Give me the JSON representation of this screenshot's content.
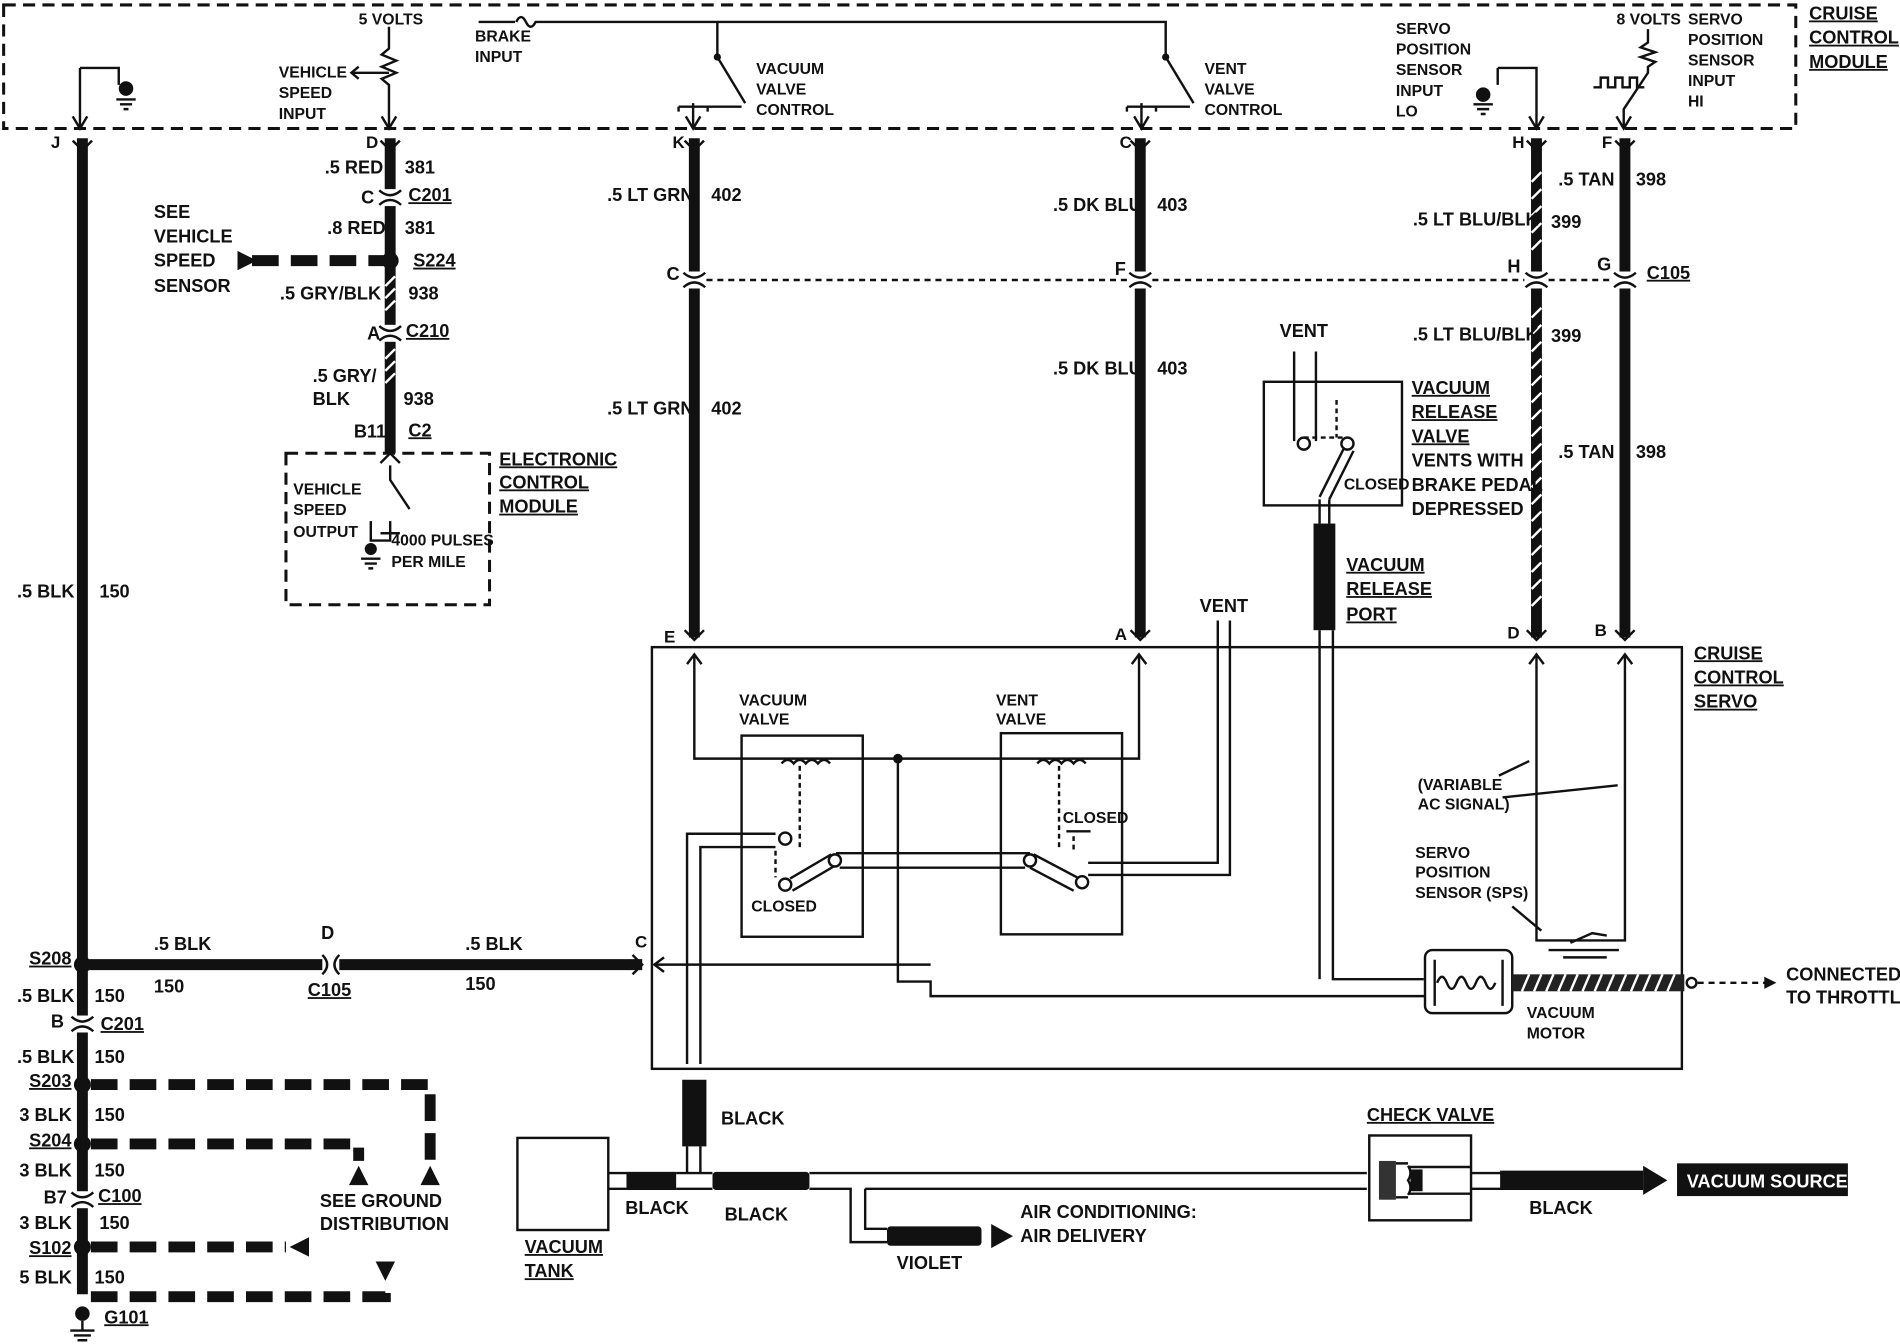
{
  "module": {
    "name": [
      "CRUISE",
      "CONTROL",
      "MODULE"
    ],
    "five_volts_left": "5 VOLTS",
    "eight_volts": "8 VOLTS",
    "brake_input": [
      "BRAKE",
      "INPUT"
    ],
    "vehicle_speed_input": [
      "VEHICLE",
      "SPEED",
      "INPUT"
    ],
    "vacuum_valve_control": [
      "VACUUM",
      "VALVE",
      "CONTROL"
    ],
    "vent_valve_control": [
      "VENT",
      "VALVE",
      "CONTROL"
    ],
    "sps_input_lo": [
      "SERVO",
      "POSITION",
      "SENSOR",
      "INPUT",
      "LO"
    ],
    "sps_input_hi": [
      "SERVO",
      "POSITION",
      "SENSOR",
      "INPUT",
      "HI"
    ],
    "pins": [
      "J",
      "D",
      "K",
      "C",
      "H",
      "F"
    ]
  },
  "wires": {
    "j": {
      "size_color": ".5 BLK",
      "circuit": "150"
    },
    "d_upper": {
      "size_color": ".5 RED",
      "circuit": "381"
    },
    "c201_pin": "C",
    "c201": "C201",
    "d_mid": {
      "size_color": ".8 RED",
      "circuit": "381"
    },
    "s224": "S224",
    "see_vss": [
      "SEE",
      "VEHICLE",
      "SPEED",
      "SENSOR"
    ],
    "d_lower": {
      "size_color": ".5 GRY/BLK",
      "circuit": "938"
    },
    "c210_pin": "A",
    "c210": "C210",
    "d_bottom": {
      "size_color": [
        ".5 GRY/",
        "BLK"
      ],
      "circuit": "938"
    },
    "c2_pin": "B11",
    "c2": "C2",
    "k_upper": {
      "size_color": ".5 LT GRN",
      "circuit": "402"
    },
    "k_lower": {
      "size_color": ".5 LT GRN",
      "circuit": "402"
    },
    "k_c105_pin": "C",
    "c_upper": {
      "size_color": ".5 DK BLU",
      "circuit": "403"
    },
    "c_lower": {
      "size_color": ".5 DK BLU",
      "circuit": "403"
    },
    "c_c105_pin": "F",
    "h_upper": {
      "size_color": ".5 LT BLU/BLK",
      "circuit": "399"
    },
    "h_lower": {
      "size_color": ".5 LT BLU/BLK",
      "circuit": "399"
    },
    "h_c105_pin": "H",
    "f_upper": {
      "size_color": ".5 TAN",
      "circuit": "398"
    },
    "f_lower": {
      "size_color": ".5 TAN",
      "circuit": "398"
    },
    "f_c105_pin": "G",
    "c105": "C105"
  },
  "ecm": {
    "name": [
      "ELECTRONIC",
      "CONTROL",
      "MODULE"
    ],
    "vehicle_speed_output": [
      "VEHICLE",
      "SPEED",
      "OUTPUT"
    ],
    "pulses": [
      "4000 PULSES",
      "PER MILE"
    ]
  },
  "servo": {
    "name": [
      "CRUISE",
      "CONTROL",
      "SERVO"
    ],
    "pins": [
      "E",
      "A",
      "D",
      "B",
      "C"
    ],
    "vacuum_valve": [
      "VACUUM",
      "VALVE"
    ],
    "vent_valve": [
      "VENT",
      "VALVE"
    ],
    "closed": "CLOSED",
    "variable_ac": [
      "(VARIABLE",
      "AC SIGNAL)"
    ],
    "sps": [
      "SERVO",
      "POSITION",
      "SENSOR (SPS)"
    ],
    "vacuum_motor": [
      "VACUUM",
      "MOTOR"
    ],
    "connected": [
      "CONNECTED",
      "TO THROTTLE"
    ],
    "vent": "VENT"
  },
  "release_valve": {
    "vent": "VENT",
    "name": [
      "VACUUM",
      "RELEASE",
      "VALVE"
    ],
    "desc": [
      "VENTS WITH",
      "BRAKE PEDAL",
      "DEPRESSED"
    ],
    "closed": "CLOSED",
    "port": [
      "VACUUM",
      "RELEASE",
      "PORT"
    ]
  },
  "ground": {
    "s208": "S208",
    "w1": {
      "size_color": ".5 BLK",
      "circuit": "150"
    },
    "horiz_left": {
      "size_color": ".5 BLK",
      "circuit": "150"
    },
    "horiz_right": {
      "size_color": ".5 BLK",
      "circuit": "150"
    },
    "c105_pin": "D",
    "c105": "C105",
    "c201_pin": "B",
    "c201": "C201",
    "w2": {
      "size_color": ".5 BLK",
      "circuit": "150"
    },
    "s203": "S203",
    "w3": {
      "size_color": "3 BLK",
      "circuit": "150"
    },
    "s204": "S204",
    "w4": {
      "size_color": "3 BLK",
      "circuit": "150"
    },
    "c100_pin": "B7",
    "c100": "C100",
    "w5": {
      "size_color": "3 BLK",
      "circuit": "150"
    },
    "s102": "S102",
    "w6": {
      "size_color": "5 BLK",
      "circuit": "150"
    },
    "g101": "G101",
    "see_ground": [
      "SEE GROUND",
      "DISTRIBUTION"
    ]
  },
  "vacuum": {
    "tank": [
      "VACUUM",
      "TANK"
    ],
    "black": "BLACK",
    "violet": "VIOLET",
    "ac": [
      "AIR CONDITIONING:",
      "AIR DELIVERY"
    ],
    "check_valve": "CHECK VALVE",
    "source": "VACUUM SOURCE"
  }
}
